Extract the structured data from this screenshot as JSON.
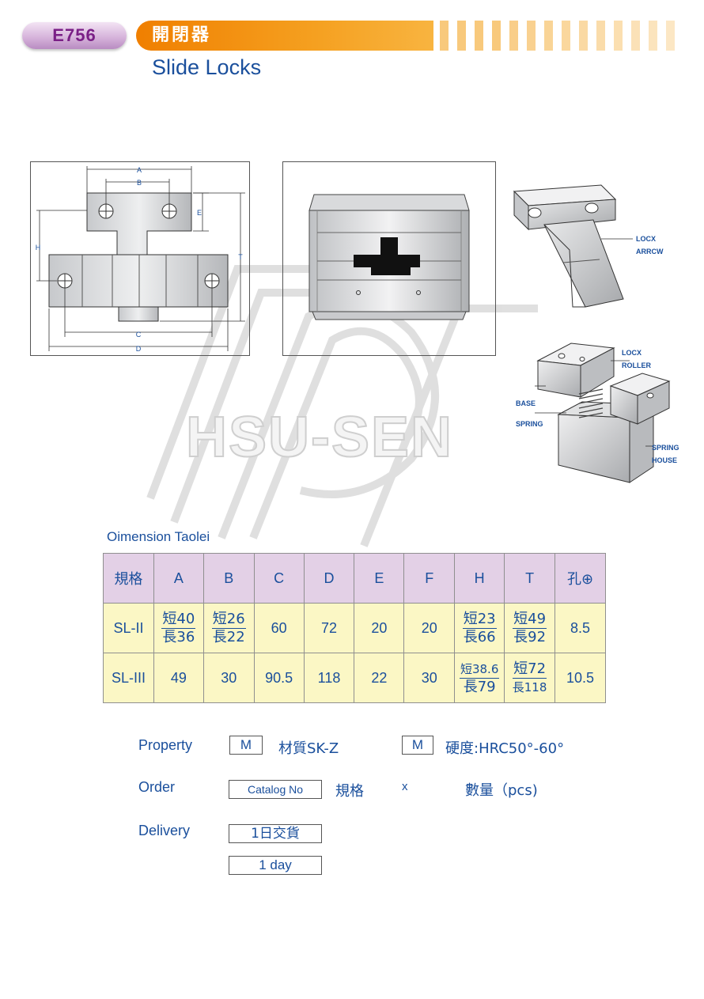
{
  "header": {
    "code": "E756",
    "title_zh": "開閉器",
    "title_en": "Slide Locks"
  },
  "watermark": "HSU-SEN",
  "drawing": {
    "dims": [
      "A",
      "B",
      "E",
      "H",
      "T",
      "C",
      "D"
    ],
    "callouts": {
      "lock_arrow_1": "LOCX",
      "lock_arrow_2": "ARRCW",
      "lock_roller_1": "LOCX",
      "lock_roller_2": "ROLLER",
      "base": "BASE",
      "spring": "SPRING",
      "spring_house_1": "SPRING",
      "spring_house_2": "HOUSE"
    }
  },
  "table": {
    "title": "Oimension Taolei",
    "headers": [
      "規格",
      "A",
      "B",
      "C",
      "D",
      "E",
      "F",
      "H",
      "T",
      "孔⊕"
    ],
    "rows": [
      {
        "spec": "SL-II",
        "A": {
          "top": "短40",
          "bottom": "長36"
        },
        "B": {
          "top": "短26",
          "bottom": "長22"
        },
        "C": "60",
        "D": "72",
        "E": "20",
        "F": "20",
        "H": {
          "top": "短23",
          "bottom": "長66"
        },
        "T": {
          "top": "短49",
          "bottom": "長92"
        },
        "hole": "8.5"
      },
      {
        "spec": "SL-III",
        "A": "49",
        "B": "30",
        "C": "90.5",
        "D": "118",
        "E": "22",
        "F": "30",
        "H": {
          "top": "短38.6",
          "bottom": "長79"
        },
        "T": {
          "top": "短72",
          "bottom": "長118"
        },
        "hole": "10.5"
      }
    ]
  },
  "info": {
    "property_label": "Property",
    "property_box1": "M",
    "material": "材質SK-Z",
    "property_box2": "M",
    "hardness": "硬度:HRC50°-60°",
    "order_label": "Order",
    "order_box": "Catalog No",
    "order_spec": "規格",
    "order_x": "x",
    "order_qty": "數量（pcs)",
    "delivery_label": "Delivery",
    "delivery_box1": "1日交貨",
    "delivery_box2": "1 day"
  },
  "colors": {
    "primary_text": "#1a4f9c",
    "header_orange": "#f07f00",
    "pill_purple": "#7a1f86",
    "table_header_bg": "#e3d0e6",
    "table_body_bg": "#fbf7c5"
  }
}
